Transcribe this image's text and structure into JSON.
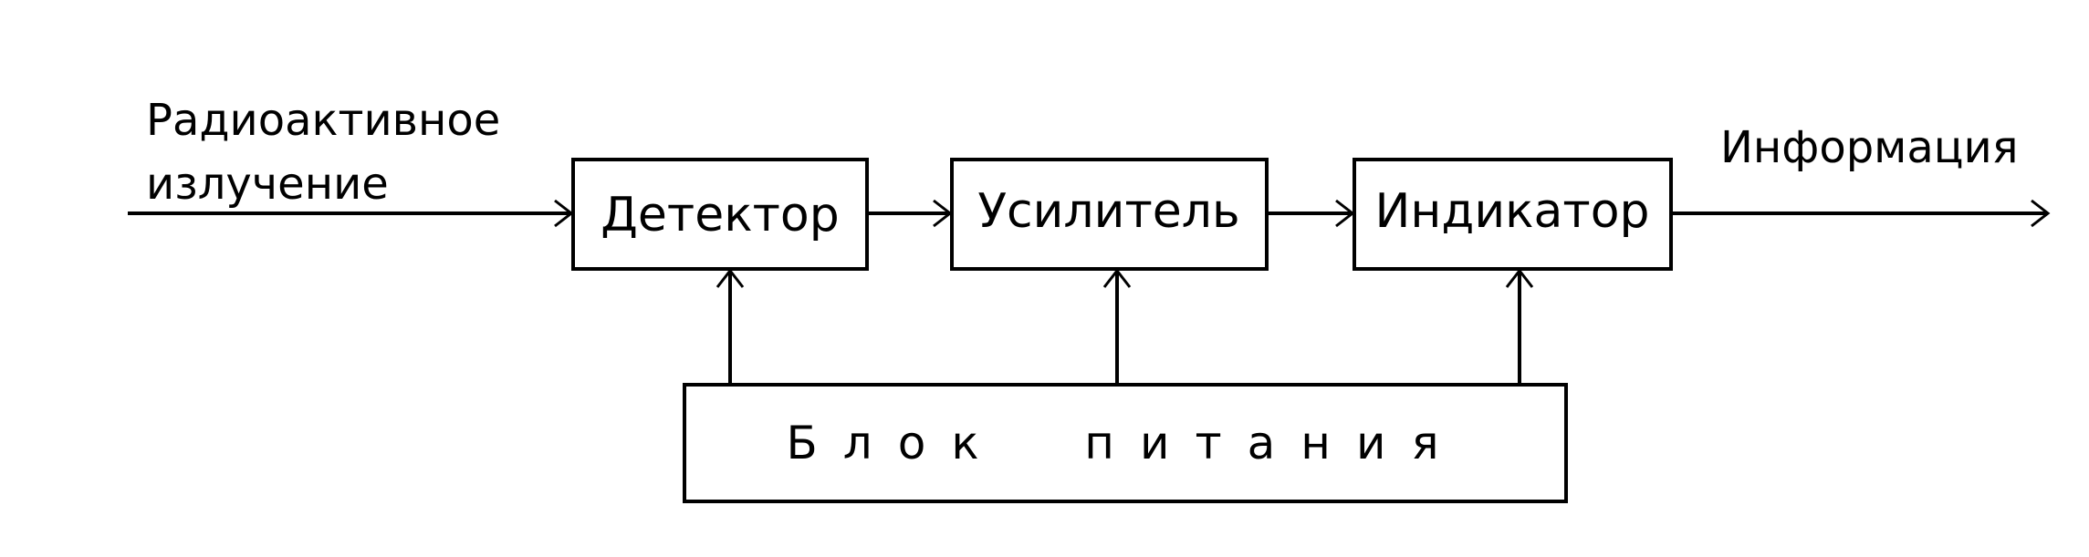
{
  "input_label": [
    "Радиоактивное",
    "излучение"
  ],
  "output_label": "Информация",
  "blocks": {
    "detector": "Детектор",
    "amplifier": "Усилитель",
    "indicator": "Индикатор",
    "power_supply": "Блок  питания"
  }
}
